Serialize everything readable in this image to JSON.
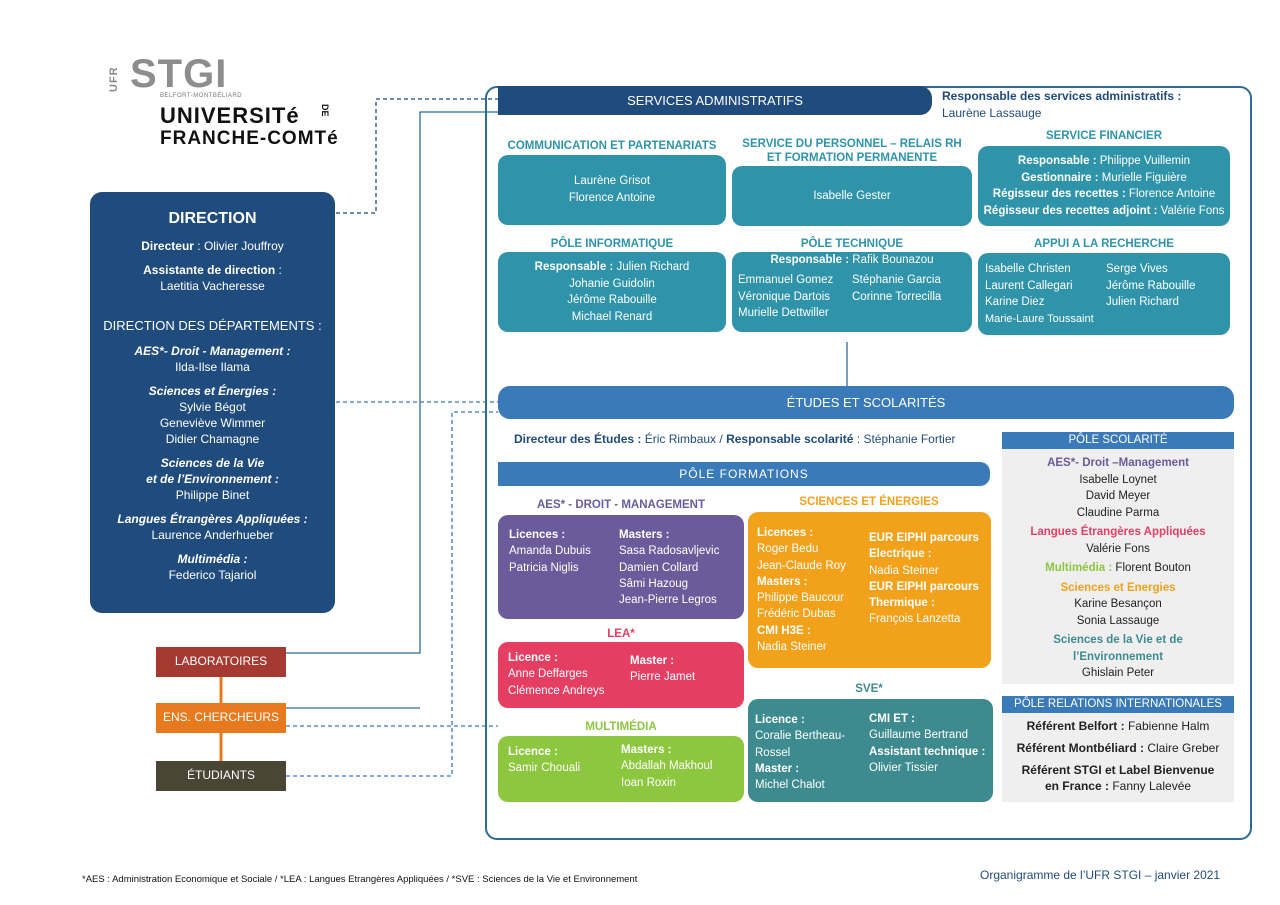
{
  "logo": {
    "ufr": "UFR",
    "stgi": "STGI",
    "belfort": "BELFORT-MONTBÉLIARD",
    "univ": "UNIVERSITé",
    "de": "DE",
    "fc": "FRANCHE-COMTé"
  },
  "direction": {
    "title": "DIRECTION",
    "directeur_label": "Directeur",
    "directeur": " : Olivier Jouffroy",
    "assistante_label": "Assistante de direction",
    "assistante_sep": " :",
    "assistante": "Laetitia Vacheresse",
    "dept_title": "DIRECTION DES DÉPARTEMENTS :",
    "depts": [
      {
        "name": "AES*- Droit - Management :",
        "people": [
          "Ilda-Ilse Ilama"
        ]
      },
      {
        "name": "Sciences et Énergies :",
        "people": [
          "Sylvie Bégot",
          "Geneviève Wimmer",
          "Didier Chamagne"
        ]
      },
      {
        "name": "Sciences de la Vie",
        "name2": "et de l’Environnement :",
        "people": [
          "Philippe Binet"
        ]
      },
      {
        "name": "Langues Étrangères Appliquées :",
        "people": [
          "Laurence Anderhueber"
        ]
      },
      {
        "name": "Multimédia :",
        "people": [
          "Federico Tajariol"
        ]
      }
    ]
  },
  "side": {
    "labo": "LABORATOIRES",
    "ens": "ENS. CHERCHEURS",
    "etu": "ÉTUDIANTS"
  },
  "admin": {
    "title": "SERVICES ADMINISTRATIFS",
    "resp_label": "Responsable des services administratifs :",
    "resp": "Laurène Lassauge",
    "comm": {
      "title": "COMMUNICATION ET PARTENARIATS",
      "people": [
        "Laurène Grisot",
        "Florence Antoine"
      ]
    },
    "perso": {
      "title1": "SERVICE DU PERSONNEL – RELAIS RH",
      "title2": "ET FORMATION PERMANENTE",
      "people": [
        "Isabelle Gester"
      ]
    },
    "fin": {
      "title": "SERVICE FINANCIER",
      "rows": [
        {
          "l": "Responsable :",
          "v": " Philippe Vuillemin"
        },
        {
          "l": "Gestionnaire :",
          "v": " Murielle Figuière"
        },
        {
          "l": "Régisseur des recettes :",
          "v": " Florence Antoine"
        },
        {
          "l": "Régisseur des recettes adjoint :",
          "v": " Valérie Fons"
        }
      ]
    },
    "info": {
      "title": "PÔLE INFORMATIQUE",
      "resp_label": "Responsable :",
      "resp": " Julien Richard",
      "people": [
        "Johanie Guidolin",
        "Jérôme Rabouille",
        "Michael Renard"
      ]
    },
    "tech": {
      "title": "PÔLE TECHNIQUE",
      "resp_label": "Responsable :",
      "resp": " Rafik Bounazou",
      "col1": [
        "Emmanuel Gomez",
        "Véronique Dartois",
        "Murielle Dettwiller"
      ],
      "col2": [
        "Stéphanie Garcia",
        "Corinne Torrecilla"
      ]
    },
    "rech": {
      "title": "APPUI A LA RECHERCHE",
      "col1": [
        "Isabelle Christen",
        "Laurent Callegari",
        "Karine Diez",
        "Marie-Laure Toussaint"
      ],
      "col2": [
        "Serge Vives",
        "Jérôme Rabouille",
        "Julien Richard"
      ]
    }
  },
  "etudes": {
    "title": "ÉTUDES ET SCOLARITÉS",
    "dir_label": "Directeur des Études :",
    "dir": " Éric Rimbaux / ",
    "resp_label": "Responsable scolarité",
    "resp": " : Stéphanie Fortier",
    "formations": "PÔLE FORMATIONS",
    "aes": {
      "title": "AES* - DROIT - MANAGEMENT",
      "lic_label": "Licences :",
      "lic": [
        "Amanda Dubuis",
        "Patricia Niglis"
      ],
      "mas_label": "Masters :",
      "mas": [
        "Sasa Radosavljevic",
        "Damien Collard",
        "Sâmi Hazoug",
        "Jean-Pierre Legros"
      ]
    },
    "lea": {
      "title": "LEA*",
      "lic_label": "Licence :",
      "lic": [
        "Anne Deffarges",
        "Clémence Andreys"
      ],
      "mas_label": "Master :",
      "mas": [
        "Pierre Jamet"
      ]
    },
    "multi": {
      "title": "MULTIMÉDIA",
      "lic_label": "Licence :",
      "lic": [
        "Samir Chouali"
      ],
      "mas_label": "Masters :",
      "mas": [
        "Abdallah Makhoul",
        "Ioan Roxin"
      ]
    },
    "se": {
      "title": "SCIENCES ET ÉNERGIES",
      "lic_label": "Licences :",
      "lic": [
        "Roger Bedu",
        "Jean-Claude Roy"
      ],
      "mas_label": "Masters :",
      "mas": [
        "Philippe Baucour",
        "Frédéric Dubas"
      ],
      "cmi_label": "CMI H3E :",
      "cmi": [
        "Nadia Steiner"
      ],
      "eur1a": "EUR EIPHI parcours",
      "eur1b": "Electrique :",
      "eur1": [
        "Nadia Steiner"
      ],
      "eur2a": "EUR EIPHI parcours",
      "eur2b": "Thermique :",
      "eur2": [
        "François Lanzetta"
      ]
    },
    "sve": {
      "title": "SVE*",
      "lic_label": "Licence :",
      "lic": [
        "Coralie Bertheau-",
        "Rossel"
      ],
      "mas_label": "Master :",
      "mas": [
        "Michel Chalot"
      ],
      "cmi_label": "CMI ET :",
      "cmi": [
        "Guillaume Bertrand"
      ],
      "asst_label": "Assistant technique :",
      "asst": [
        "Olivier Tissier"
      ]
    },
    "scol": {
      "title": "PÔLE SCOLARITÉ",
      "aes": "AES*- Droit –Management",
      "aes_people": [
        "Isabelle Loynet",
        "David Meyer",
        "Claudine Parma"
      ],
      "lea": "Langues Étrangères Appliquées",
      "lea_people": [
        "Valérie Fons"
      ],
      "multi": "Multimédia :",
      "multi_person": " Florent Bouton",
      "se": "Sciences et Energies",
      "se_people": [
        "Karine Besançon",
        "Sonia Lassauge"
      ],
      "sve1": "Sciences de la Vie et de",
      "sve2": "l’Environnement",
      "sve_people": [
        "Ghislain Peter"
      ]
    },
    "ri": {
      "title": "PÔLE RELATIONS INTERNATIONALES",
      "belfort_label": "Référent Belfort :",
      "belfort": "  Fabienne Halm",
      "mont_label": "Référent Montbéliard :",
      "mont": " Claire Greber",
      "stgi_label1": "Référent STGI et Label Bienvenue",
      "stgi_label2": "en France :",
      "stgi": " Fanny Lalevée"
    }
  },
  "footer": {
    "note": "*AES : Administration Economique et Sociale / *LEA : Langues Etrangères Appliquées / *SVE : Sciences de la Vie et Environnement",
    "caption": "Organigramme de l’UFR STGI – janvier 2021"
  },
  "colors": {
    "navy": "#1f4b7d",
    "teal": "#2f94aa",
    "blue": "#3a7ab8",
    "purple": "#6b5b9a",
    "red": "#e53e63",
    "green": "#8dc63f",
    "orange": "#f2a21a",
    "sveTeal": "#3e8b8f",
    "brownRed": "#a53a32",
    "brownOrange": "#e77a1e",
    "dark": "#4a4535"
  }
}
